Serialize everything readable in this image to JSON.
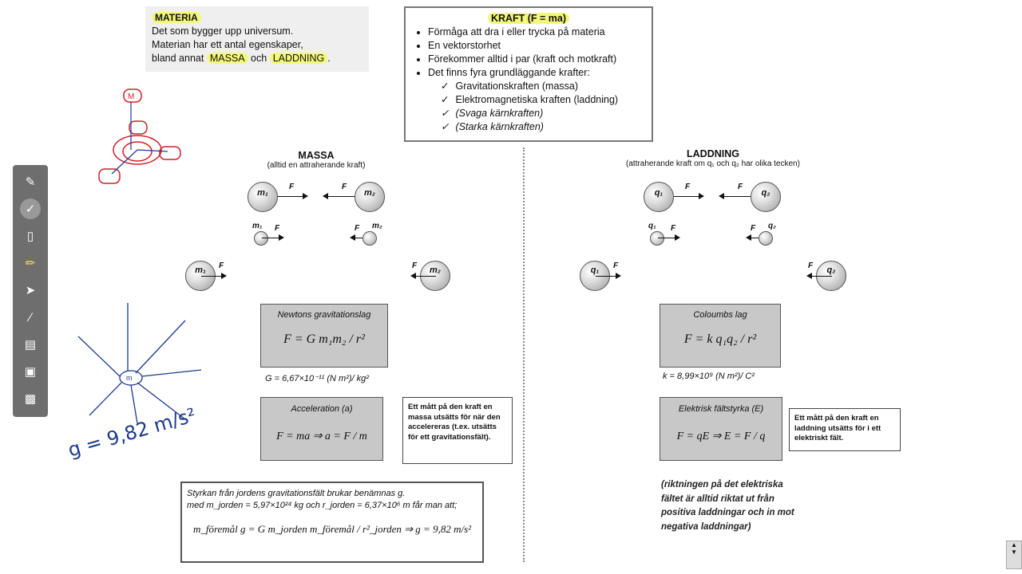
{
  "materia": {
    "title": "MATERIA",
    "lines": [
      "Det som bygger upp universum.",
      "Materian har ett antal egenskaper,"
    ],
    "line3_pre": "bland annat ",
    "massa": "MASSA",
    "och": " och ",
    "laddning": "LADDNING",
    "period": "."
  },
  "kraft": {
    "title": "KRAFT (F = ma)",
    "bullets": [
      "Förmåga att dra i eller trycka på materia",
      "En vektorstorhet",
      "Förekommer alltid i par (kraft och motkraft)",
      "Det finns fyra grundläggande krafter:"
    ],
    "sub": [
      "Gravitationskraften (massa)",
      "Elektromagnetiska kraften (laddning)",
      "(Svaga kärnkraften)",
      "(Starka kärnkraften)"
    ]
  },
  "massa": {
    "title": "MASSA",
    "subtitle": "(alltid en attraherande kraft)",
    "m1": "m₁",
    "m2": "m₂",
    "F": "F"
  },
  "laddning": {
    "title": "LADDNING",
    "subtitle": "(attraherande kraft om q₁ och q₂ har olika tecken)",
    "q1": "q₁",
    "q2": "q₂",
    "F": "F"
  },
  "newton": {
    "title": "Newtons gravitationslag",
    "formula": "F = G m₁m₂ / r²",
    "constant": "G = 6,67×10⁻¹¹ (N m²)/ kg²"
  },
  "coulomb": {
    "title": "Coloumbs lag",
    "formula": "F = k q₁q₂ / r²",
    "constant": "k = 8,99×10⁹ (N m²)/ C²"
  },
  "accel": {
    "title": "Acceleration (a)",
    "formula": "F = ma  ⇒  a = F / m",
    "note": "Ett mått på den kraft en massa utsätts för när den accelereras (t.ex. utsätts för ett gravitationsfält)."
  },
  "efield": {
    "title": "Elektrisk fältstyrka (E)",
    "formula": "F = qE  ⇒  E = F / q",
    "note": "Ett mått på den kraft en laddning utsätts för i ett elektriskt fält."
  },
  "earth": {
    "line1": "Styrkan från jordens gravitationsfält brukar benämnas g.",
    "line2": "med m_jorden = 5,97×10²⁴ kg och r_jorden = 6,37×10⁶ m får man att;",
    "formula": "m_föremål g = G m_jorden m_föremål / r²_jorden  ⇒  g = 9,82 m/s²"
  },
  "efield_dir": [
    "(riktningen på det elektriska",
    "fältet är alltid riktat ut från",
    "positiva laddningar och in mot",
    "negativa laddningar)"
  ],
  "handwriting": {
    "g": "g = 9,82 m/s²",
    "m": "m",
    "M": "M"
  },
  "colors": {
    "highlight": "#f3f77a",
    "ink_red": "#d0202a",
    "ink_blue": "#1a3a8c"
  }
}
